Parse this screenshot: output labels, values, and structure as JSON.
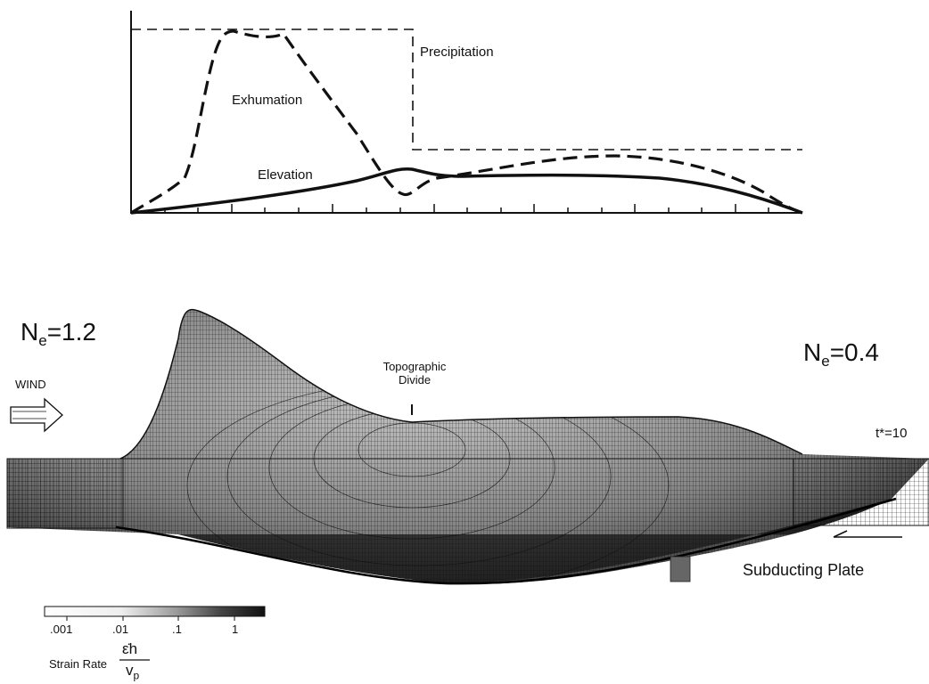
{
  "profile_chart": {
    "labels": {
      "precipitation": "Precipitation",
      "exhumation": "Exhumation",
      "elevation": "Elevation"
    }
  },
  "section": {
    "left_param": {
      "symbol": "N",
      "subscript": "e",
      "value": "=1.2"
    },
    "right_param": {
      "symbol": "N",
      "subscript": "e",
      "value": "=0.4"
    },
    "wind_label": "WIND",
    "divide_label_line1": "Topographic",
    "divide_label_line2": "Divide",
    "time_label": "t*=10",
    "plate_label": "Subducting Plate"
  },
  "colorbar": {
    "ticks": [
      ".001",
      ".01",
      ".1",
      "1"
    ],
    "title": "Strain Rate",
    "formula_numerator": "ε̇h",
    "formula_denominator_symbol": "v",
    "formula_denominator_sub": "p"
  },
  "colors": {
    "ink": "#111111",
    "shade_dark": "#2a2a2a",
    "shade_mid": "#7a7a7a",
    "paper": "#ffffff"
  }
}
